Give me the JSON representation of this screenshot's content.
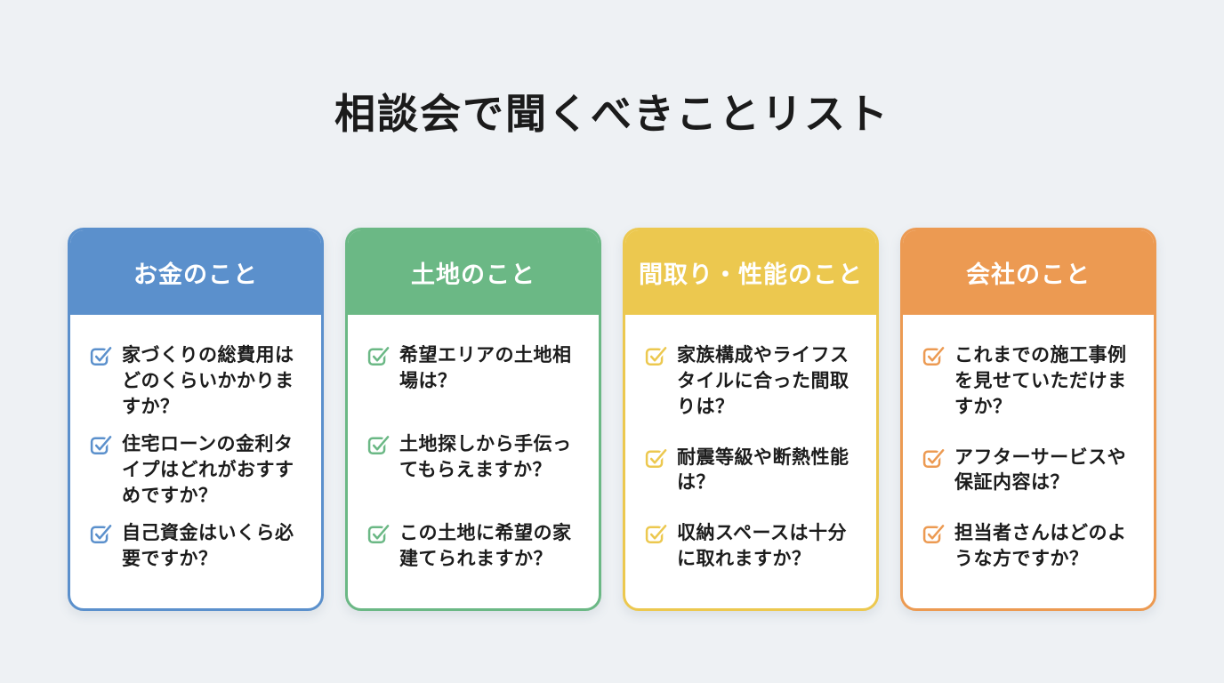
{
  "page": {
    "title": "相談会で聞くべきことリスト",
    "background_color": "#eef1f4",
    "title_color": "#1b1b1b"
  },
  "cards": [
    {
      "header": "お金のこと",
      "accent": "#5b90cc",
      "items": [
        "家づくりの総費用はどのくらいかかりますか？",
        "住宅ローンの金利タイプはどれがおすすめですか？",
        "自己資金はいくら必要ですか？"
      ]
    },
    {
      "header": "土地のこと",
      "accent": "#6bb885",
      "items": [
        "希望エリアの土地相場は？",
        "土地探しから手伝ってもらえますか？",
        "この土地に希望の家建てられますか？"
      ]
    },
    {
      "header": "間取り・性能のこと",
      "accent": "#ecc84f",
      "items": [
        "家族構成やライフスタイルに合った間取りは？",
        "耐震等級や断熱性能は？",
        "収納スペースは十分に取れますか？"
      ]
    },
    {
      "header": "会社のこと",
      "accent": "#ec9a52",
      "items": [
        "これまでの施工事例を見せていただけますか？",
        "アフターサービスや保証内容は？",
        "担当者さんはどのような方ですか？"
      ]
    }
  ],
  "icons": {
    "checkbox": "checkbox-check-icon"
  }
}
